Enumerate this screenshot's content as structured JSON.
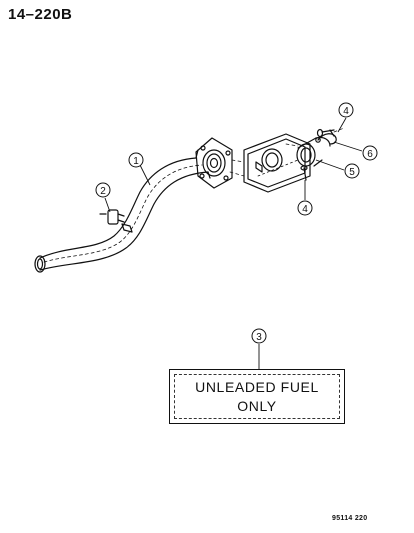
{
  "header": {
    "page_label": "14–220B"
  },
  "callouts": {
    "c1": "1",
    "c2": "2",
    "c3": "3",
    "c4_top": "4",
    "c4_bottom": "4",
    "c5": "5",
    "c6": "6"
  },
  "fuel_label": {
    "line1": "UNLEADED FUEL",
    "line2": "ONLY"
  },
  "footer": {
    "doc_code": "95114  220"
  }
}
